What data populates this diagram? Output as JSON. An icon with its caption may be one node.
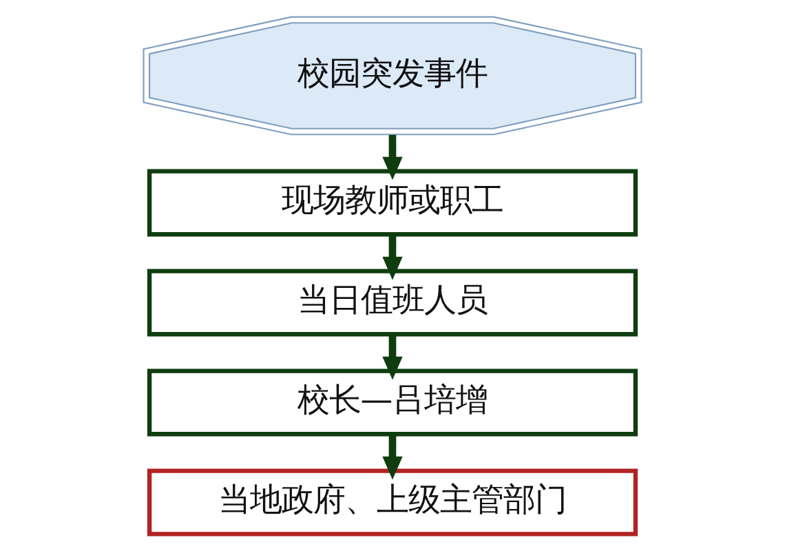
{
  "diagram": {
    "nodes": [
      {
        "text": [
          "校园突发事件"
        ]
      },
      {
        "text": [
          "现场教师或职工"
        ]
      },
      {
        "text": [
          "当日值班人员"
        ]
      },
      {
        "text": [
          "校长—吕培增"
        ]
      },
      {
        "text": [
          "当地政府、上级主管部门"
        ]
      }
    ],
    "edges": [
      {
        "from": 0,
        "to": 1,
        "arrow": "to"
      },
      {
        "from": 1,
        "to": 2,
        "arrow": "to"
      },
      {
        "from": 2,
        "to": 3,
        "arrow": "to"
      },
      {
        "from": 3,
        "to": 4,
        "arrow": "to"
      }
    ]
  }
}
